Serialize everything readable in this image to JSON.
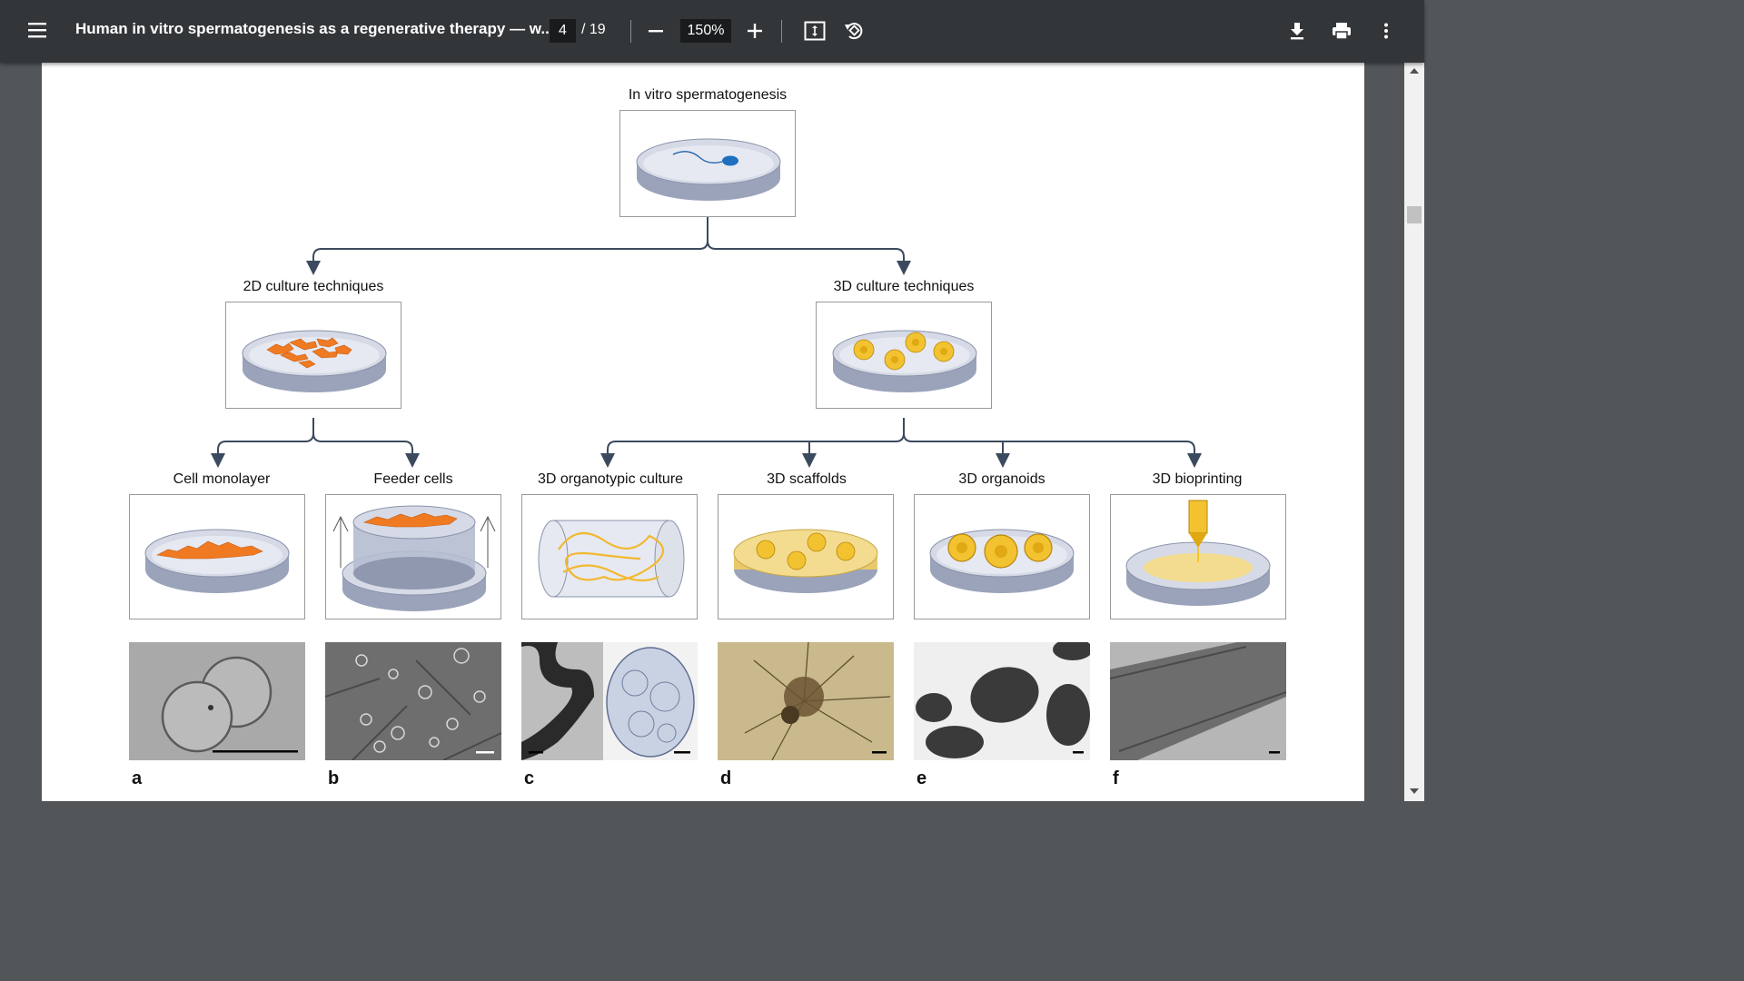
{
  "toolbar": {
    "title": "Human in vitro spermatogenesis as a regenerative therapy — w...",
    "current_page": "4",
    "page_total": "/ 19",
    "zoom": "150%"
  },
  "icons": [
    "menu-icon",
    "zoom-out-icon",
    "zoom-in-icon",
    "fit-page-icon",
    "rotate-icon",
    "download-icon",
    "print-icon",
    "more-vert-icon"
  ],
  "figure": {
    "root_label": "In vitro spermatogenesis",
    "left_label": "2D culture techniques",
    "right_label": "3D culture techniques",
    "leaves": [
      "Cell monolayer",
      "Feeder cells",
      "3D organotypic culture",
      "3D scaffolds",
      "3D organoids",
      "3D bioprinting"
    ],
    "panel_letters": [
      "a",
      "b",
      "c",
      "d",
      "e",
      "f"
    ]
  },
  "colors": {
    "toolbar_bg": "#323639",
    "viewer_bg": "#525659",
    "dish": "#c4cad8",
    "cells_orange": "#f07a22",
    "organoid_yellow": "#f2c230",
    "connector": "#3b4a5e"
  }
}
